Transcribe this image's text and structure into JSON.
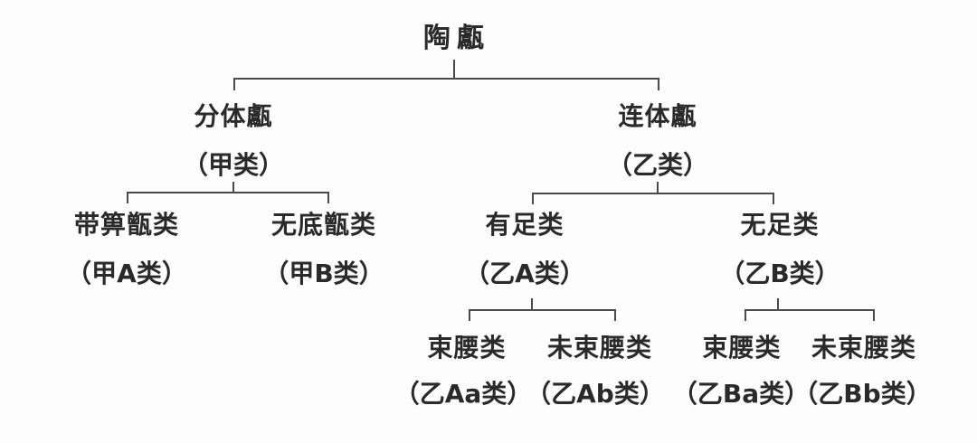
{
  "tree": {
    "root": {
      "label": "陶甗"
    },
    "children": [
      {
        "name": "分体甗",
        "code": "（甲类）",
        "children": [
          {
            "name": "带箅甑类",
            "code": "（甲A类）"
          },
          {
            "name": "无底甑类",
            "code": "（甲B类）"
          }
        ]
      },
      {
        "name": "连体甗",
        "code": "（乙类）",
        "children": [
          {
            "name": "有足类",
            "code": "（乙A类）",
            "children": [
              {
                "name": "束腰类",
                "code": "（乙Aa类）"
              },
              {
                "name": "未束腰类",
                "code": "（乙Ab类）"
              }
            ]
          },
          {
            "name": "无足类",
            "code": "（乙B类）",
            "children": [
              {
                "name": "束腰类",
                "code": "（乙Ba类）"
              },
              {
                "name": "未束腰类",
                "code": "（乙Bb类）"
              }
            ]
          }
        ]
      }
    ]
  }
}
